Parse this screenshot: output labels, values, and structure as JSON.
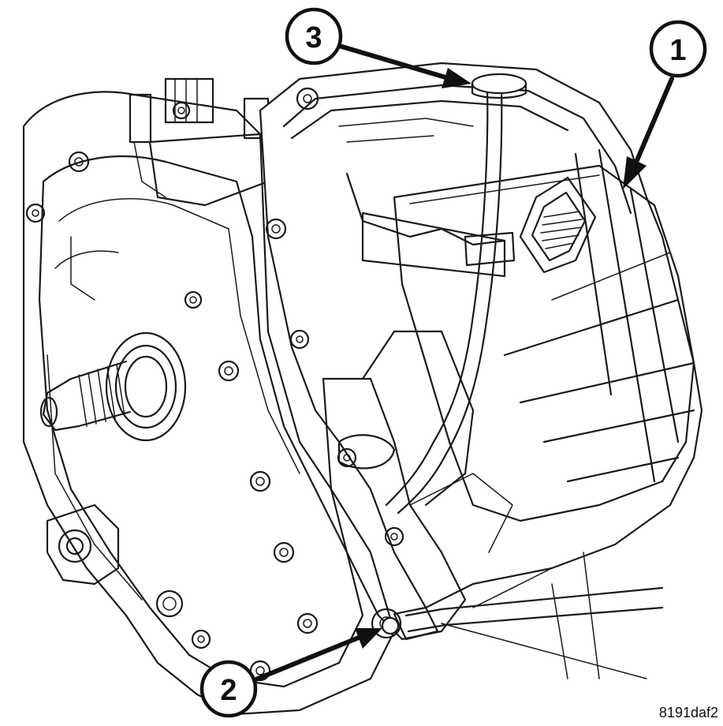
{
  "callouts": [
    {
      "id": "callout-1",
      "label": "1"
    },
    {
      "id": "callout-2",
      "label": "2"
    },
    {
      "id": "callout-3",
      "label": "3"
    }
  ],
  "figure_id": "8191daf2"
}
